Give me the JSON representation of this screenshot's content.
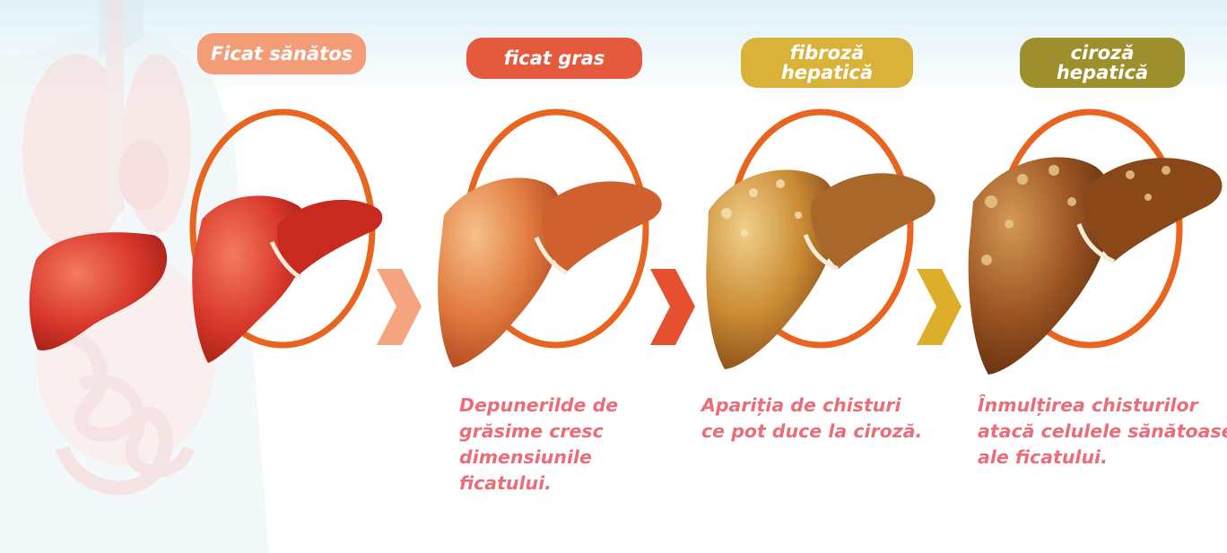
{
  "stages": [
    {
      "title": "Ficat sănătos",
      "subtitle": "",
      "color": "#f49b77"
    },
    {
      "title": "ficat gras",
      "subtitle": "",
      "color": "#e55a3c"
    },
    {
      "title": "fibroză",
      "subtitle": "hepatică",
      "color": "#d9b23a"
    },
    {
      "title": "ciroză",
      "subtitle": "hepatică",
      "color": "#9d8f2b"
    }
  ],
  "descriptions": {
    "fatty": [
      "Depunerilde de",
      "grăsime cresc",
      "dimensiunile",
      "ficatului."
    ],
    "fibrosis": [
      "Apariția de chisturi",
      "ce pot duce la ciroză."
    ],
    "cirrhosis": [
      "Înmulțirea chisturilor",
      "atacă celulele sănătoase",
      "ale ficatului."
    ]
  },
  "colors": {
    "ring": "#e8641f",
    "text_pink": "#ea6e7a",
    "arrow_1": "#f4a47e",
    "arrow_2": "#e5512f",
    "arrow_3": "#dcae2a",
    "liver_healthy": "#d8362a",
    "liver_fatty": "#e07a3e",
    "liver_fibrosis": "#c98a32",
    "liver_cirrhosis": "#9a5322"
  }
}
